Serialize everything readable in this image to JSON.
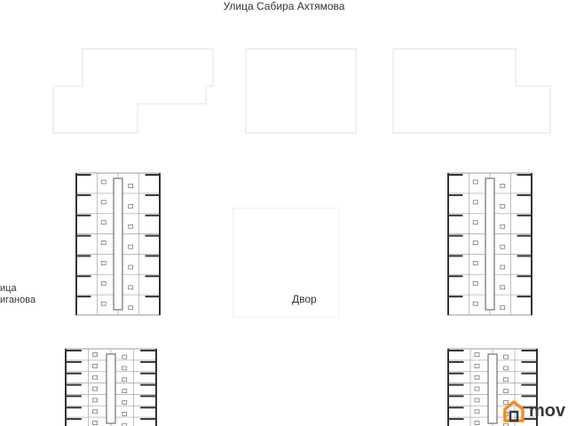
{
  "streets": {
    "top": "Улица Сабира Ахтямова",
    "left_line1": "ица",
    "left_line2": "иганова"
  },
  "yard_label": "Двор",
  "logo": {
    "text": "mov",
    "accent_color": "#f28c28"
  }
}
